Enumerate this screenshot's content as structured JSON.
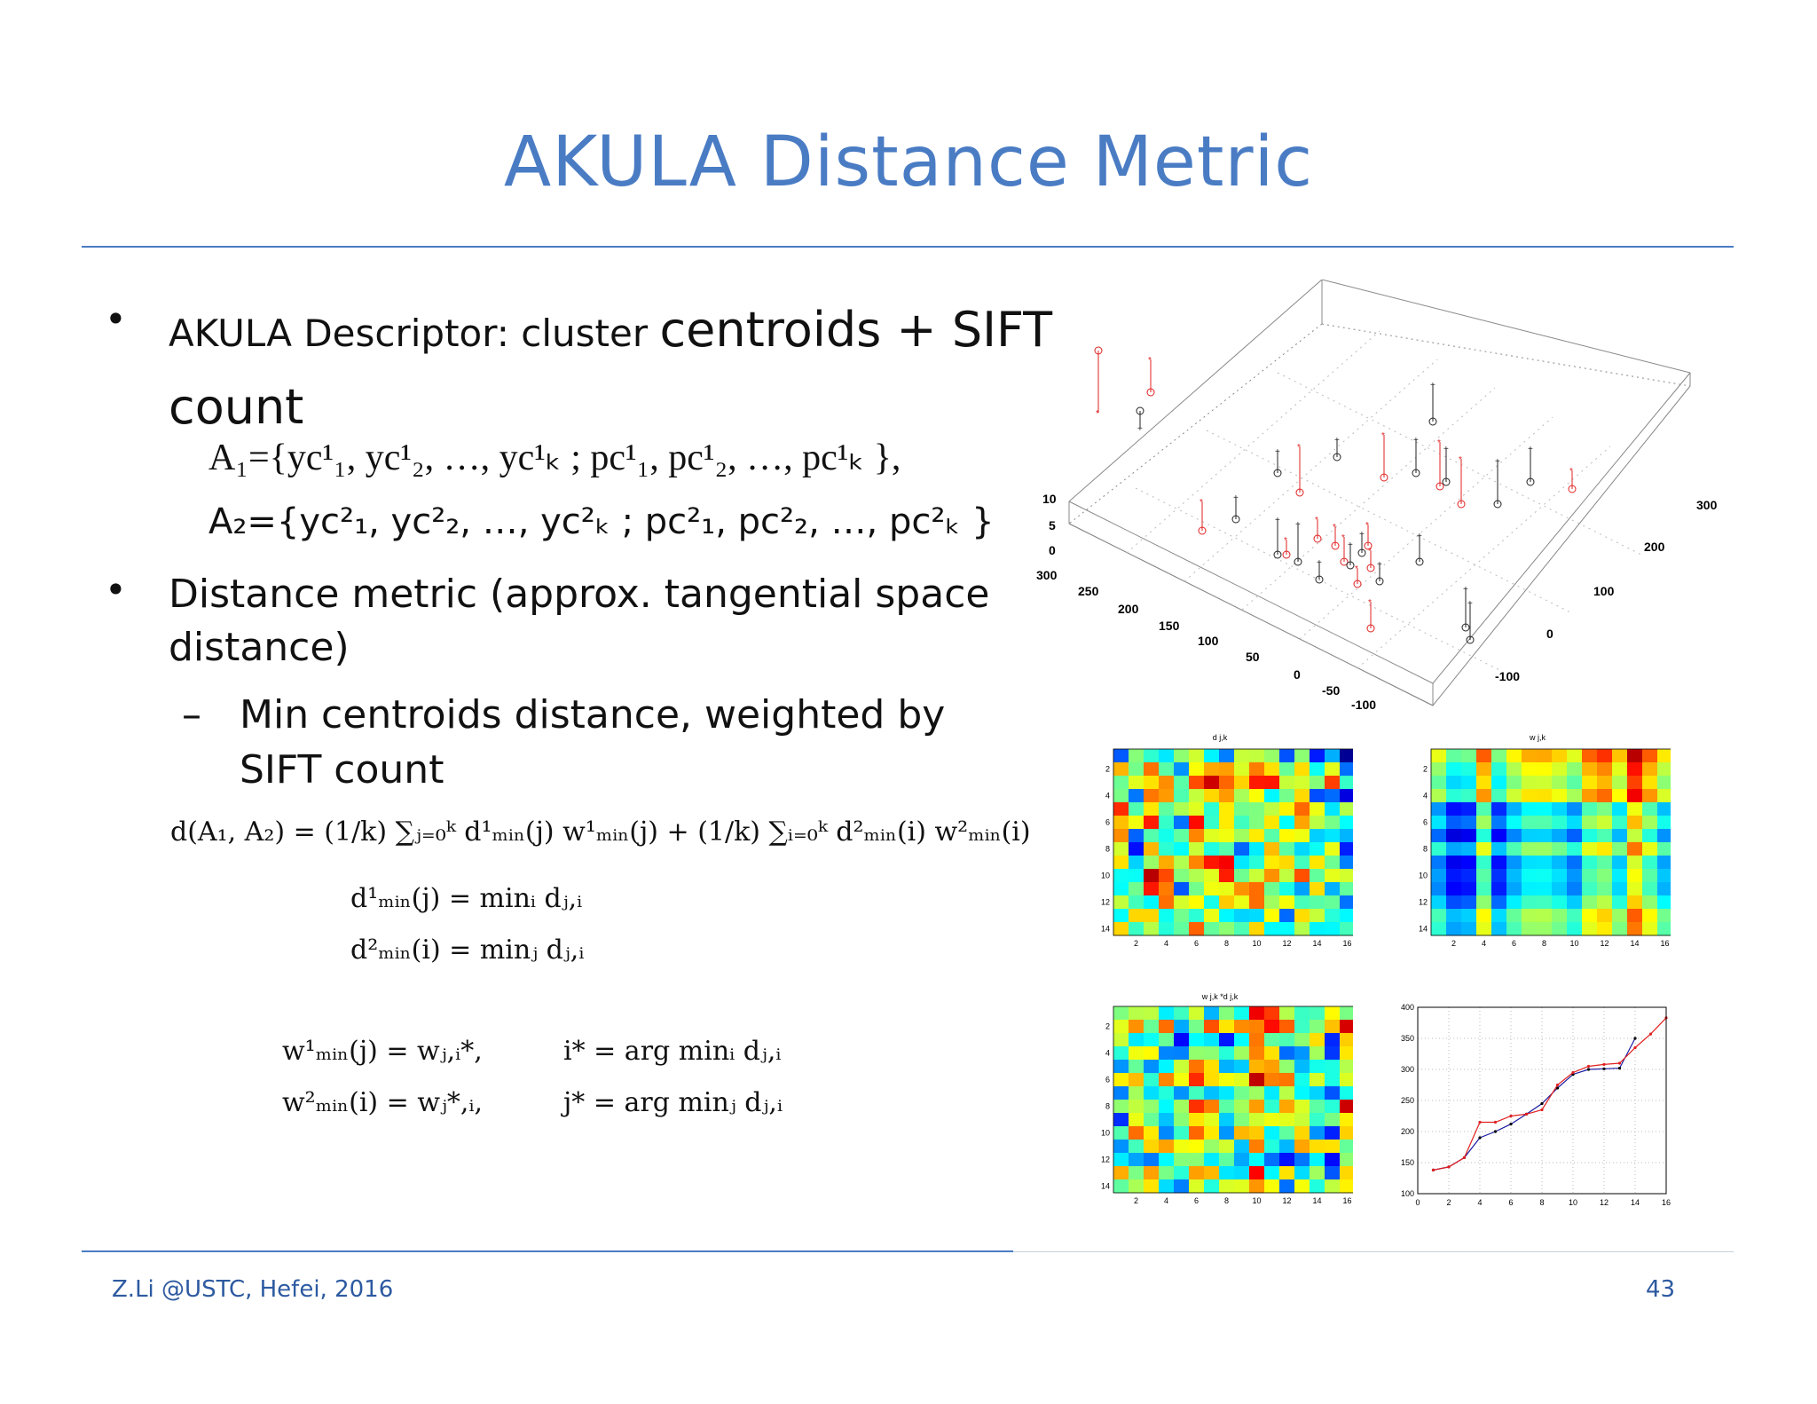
{
  "title": "AKULA  Distance Metric",
  "bullets": {
    "b1_small": "AKULA Descriptor:  cluster ",
    "b1_big": "centroids + SIFT count",
    "set1": "A₁={yc¹₁, yc¹₂, …, yc¹ₖ ; pc¹₁, pc¹₂, …, pc¹ₖ },",
    "set2": "A₂={yc²₁, yc²₂, …, yc²ₖ ; pc²₁, pc²₂, …, pc²ₖ }",
    "b2": "Distance metric (approx. tangential space distance)",
    "sub": "Min centroids distance, weighted by SIFT count"
  },
  "math": {
    "eq_main": "d(A₁, A₂) = (1/k) ∑ⱼ₌₀ᵏ d¹ₘᵢₙ(j) w¹ₘᵢₙ(j) + (1/k) ∑ᵢ₌₀ᵏ d²ₘᵢₙ(i) w²ₘᵢₙ(i)",
    "eq_d1": "d¹ₘᵢₙ(j) = minᵢ dⱼ,ᵢ",
    "eq_d2": "d²ₘᵢₙ(i) = minⱼ dⱼ,ᵢ",
    "eq_w1": "w¹ₘᵢₙ(j) = wⱼ,ᵢ*,",
    "eq_w1b": "i* = arg minᵢ dⱼ,ᵢ",
    "eq_w2": "w²ₘᵢₙ(i) = wⱼ*,ᵢ,",
    "eq_w2b": "j* = arg minⱼ dⱼ,ᵢ"
  },
  "footer": {
    "left": "Z.Li @USTC, Hefei, 2016",
    "page": "43"
  },
  "figures": {
    "scatter3d": {
      "z_ticks": [
        "10",
        "5",
        "0"
      ],
      "y_ticks": [
        "300",
        "250",
        "200",
        "150",
        "100",
        "50",
        "0",
        "-50",
        "-100"
      ],
      "x_ticks": [
        "300",
        "200",
        "100",
        "0",
        "-100"
      ]
    },
    "heatmap1_title": "d j,k",
    "heatmap2_title": "w j,k",
    "heatmap3_title": "w j,k *d j,k",
    "heat_y_ticks": [
      "2",
      "4",
      "6",
      "8",
      "10",
      "12",
      "14"
    ],
    "heat_x_ticks": [
      "2",
      "4",
      "6",
      "8",
      "10",
      "12",
      "14",
      "16"
    ]
  },
  "chart_data": {
    "type": "line",
    "title": "",
    "xlabel": "",
    "ylabel": "",
    "xlim": [
      0,
      16
    ],
    "ylim": [
      100,
      400
    ],
    "x_ticks": [
      "0",
      "2",
      "4",
      "6",
      "8",
      "10",
      "12",
      "14",
      "16"
    ],
    "y_ticks": [
      "100",
      "150",
      "200",
      "250",
      "300",
      "350",
      "400"
    ],
    "grid": true,
    "series": [
      {
        "color": "#1a1aa0",
        "x": [
          1,
          2,
          3,
          4,
          5,
          6,
          7,
          8,
          9,
          10,
          11,
          12,
          13,
          14
        ],
        "values": [
          138,
          143,
          158,
          190,
          200,
          212,
          228,
          245,
          270,
          292,
          300,
          301,
          302,
          350
        ]
      },
      {
        "color": "#e02020",
        "x": [
          1,
          2,
          3,
          4,
          5,
          6,
          7,
          8,
          9,
          10,
          11,
          12,
          13,
          14,
          15,
          16
        ],
        "values": [
          138,
          143,
          158,
          215,
          215,
          225,
          228,
          235,
          275,
          295,
          305,
          308,
          310,
          335,
          357,
          383
        ]
      }
    ]
  }
}
